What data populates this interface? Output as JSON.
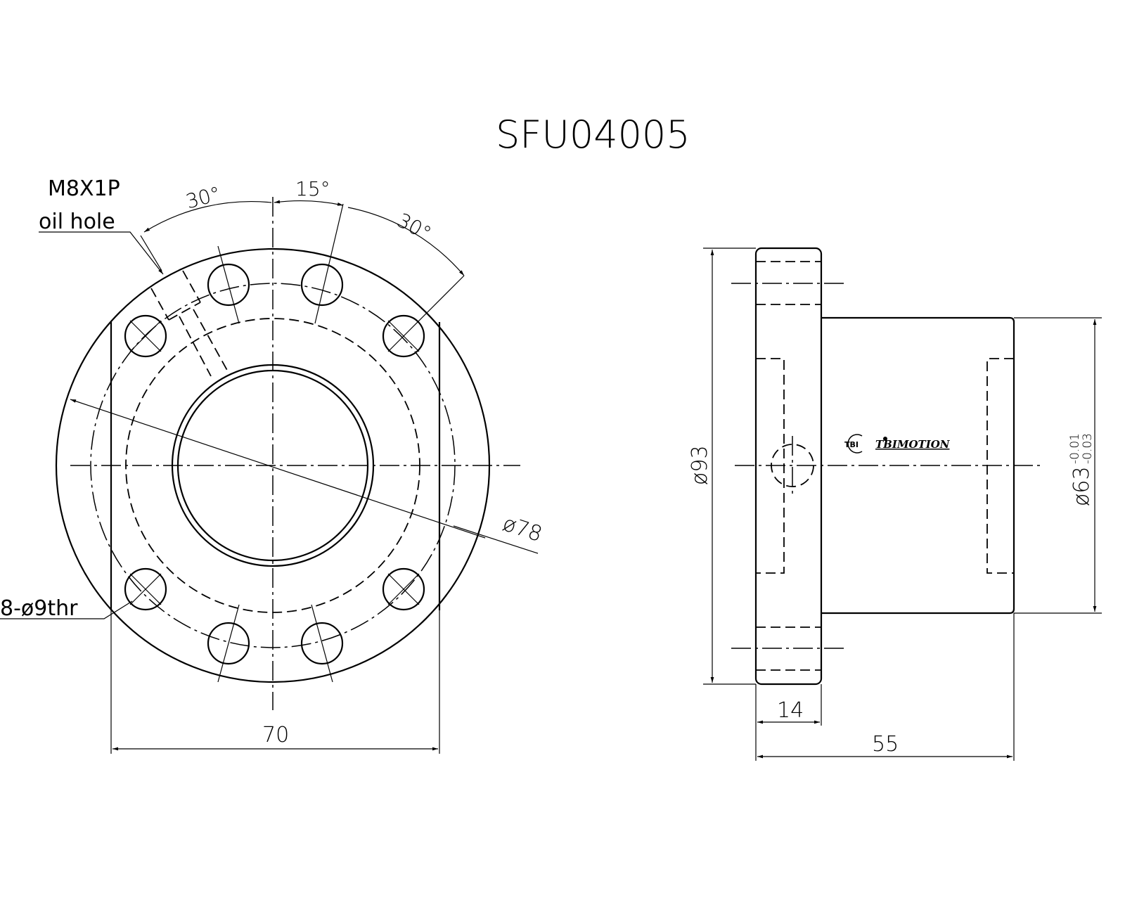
{
  "title": "SFU04005",
  "front_view": {
    "oil_hole_thread": "M8X1P",
    "oil_hole_label": "oil hole",
    "angle_left": "30°",
    "angle_mid": "15°",
    "angle_right": "30°",
    "bolt_circle_dia": "ø78",
    "holes": "8-ø9thr",
    "flat_width": "70"
  },
  "side_view": {
    "flange_dia": "ø93",
    "flange_thickness": "14",
    "total_length": "55",
    "body_dia": "ø63",
    "tol_upper": "-0.01",
    "tol_lower": "-0.03"
  },
  "logo": {
    "mark": "TBI",
    "name": "TBIMOTION"
  }
}
